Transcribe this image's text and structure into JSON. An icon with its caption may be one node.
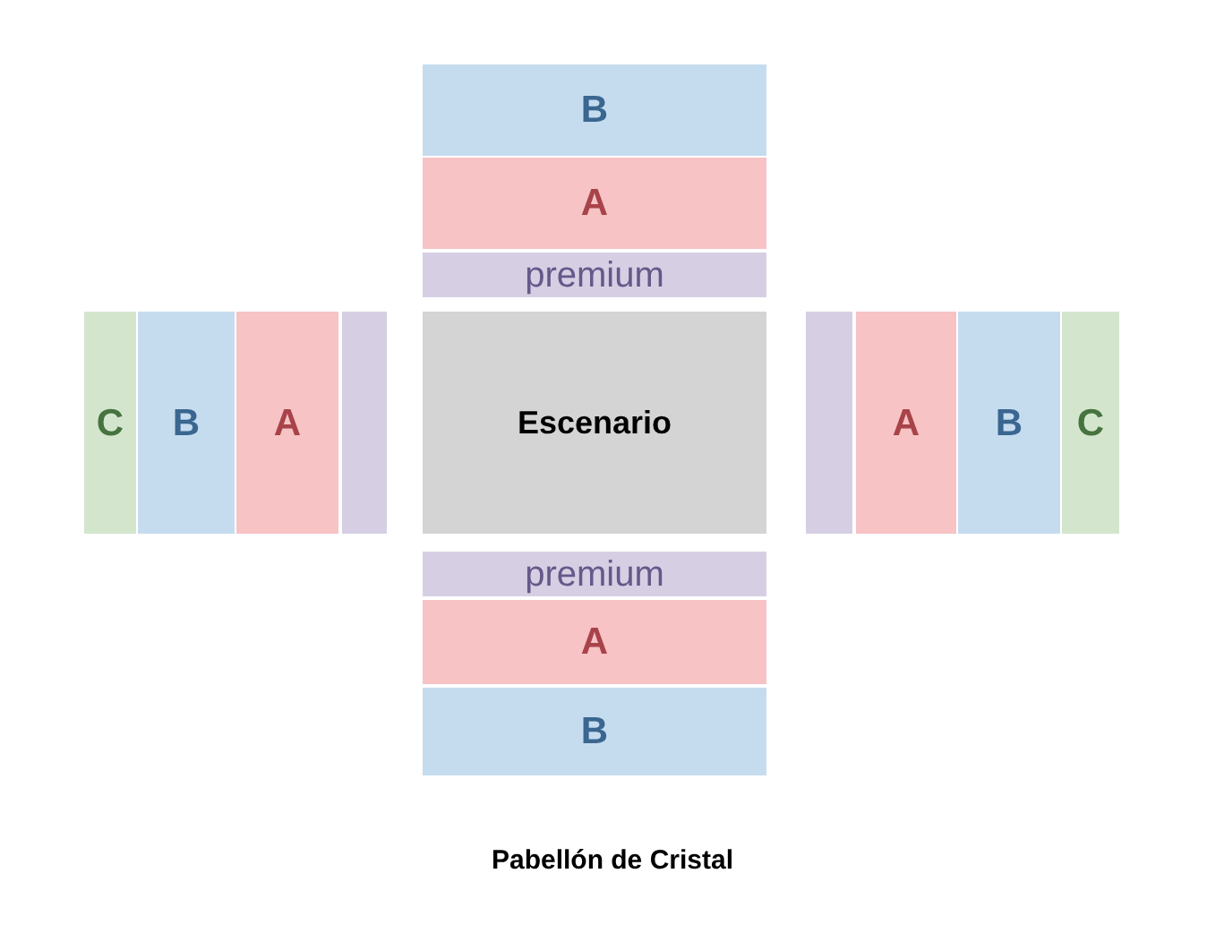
{
  "diagram": {
    "caption": "Pabellón de Cristal",
    "nodes": [
      {
        "text": [
          "B"
        ]
      },
      {
        "text": [
          "A"
        ]
      },
      {
        "text": [
          "premium"
        ]
      },
      {
        "text": [
          "C"
        ]
      },
      {
        "text": [
          "B"
        ]
      },
      {
        "text": [
          "A"
        ]
      },
      {
        "text": [],
        "shape": "box"
      },
      {
        "text": [
          "Escenario"
        ]
      },
      {
        "text": [],
        "shape": "box"
      },
      {
        "text": [
          "A"
        ]
      },
      {
        "text": [
          "B"
        ]
      },
      {
        "text": [
          "C"
        ]
      },
      {
        "text": [
          "premium"
        ]
      },
      {
        "text": [
          "A"
        ]
      },
      {
        "text": [
          "B"
        ]
      }
    ],
    "edges": []
  }
}
